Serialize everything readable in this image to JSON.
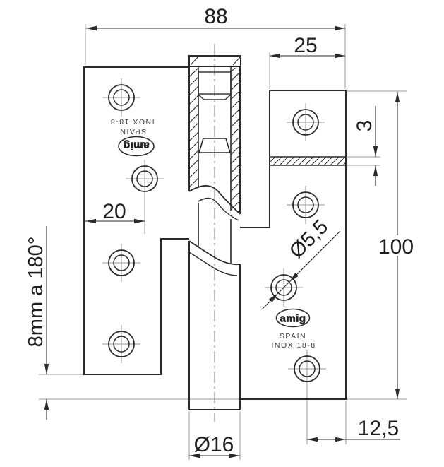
{
  "dimensions": {
    "overall_width": "88",
    "right_leaf_width": "25",
    "leaf_thickness": "3",
    "overall_height": "100",
    "hole_center_offset": "20",
    "rise_note": "8mm a 180°",
    "screw_hole_diameter": "Ø5,5",
    "knuckle_diameter": "Ø16",
    "hole_edge_offset": "12,5"
  },
  "markings": {
    "brand": "amig",
    "origin": "SPAIN",
    "material": "INOX 18-8"
  }
}
